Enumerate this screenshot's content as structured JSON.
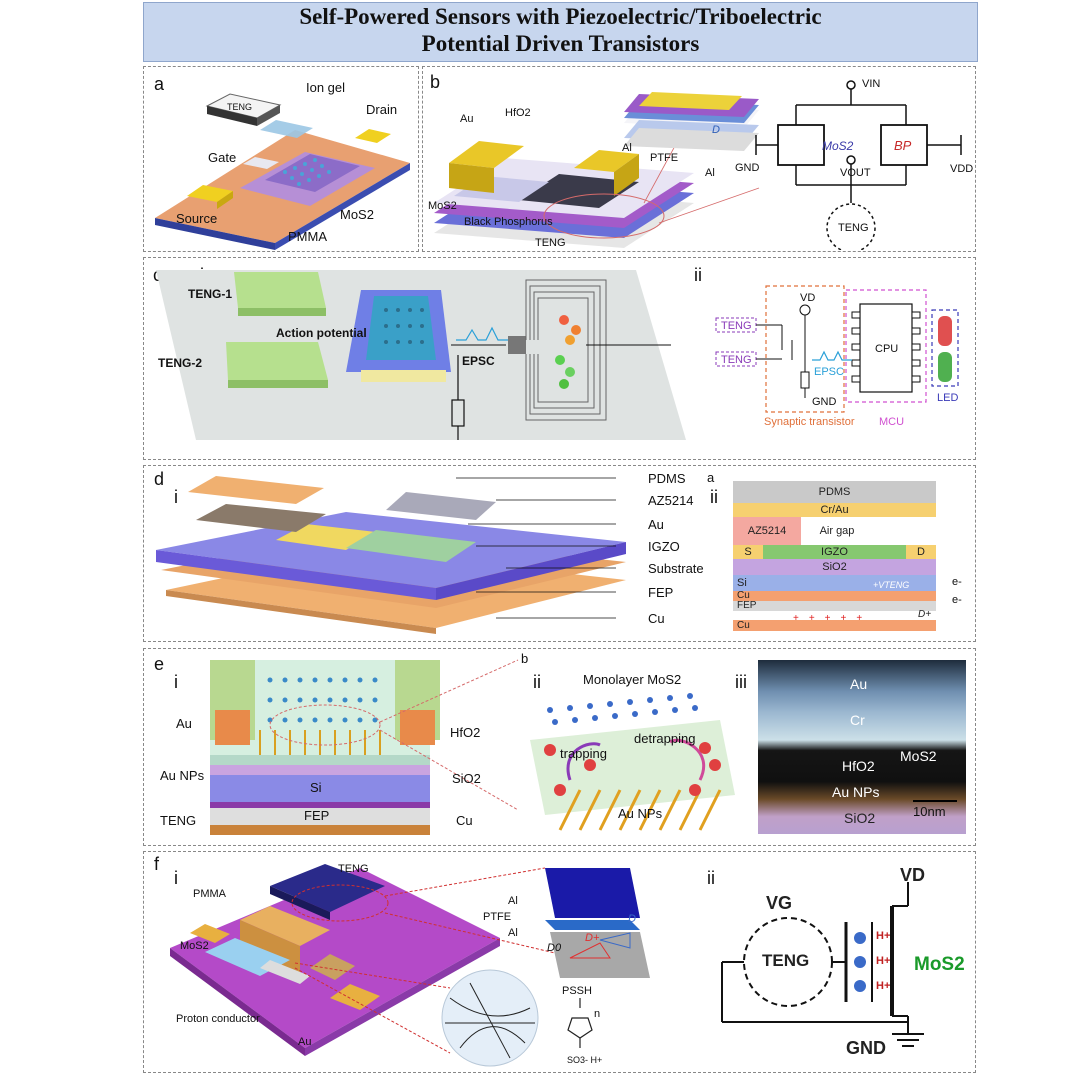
{
  "title": {
    "line1": "Self-Powered Sensors with Piezoelectric/Triboelectric",
    "line2": "Potential Driven Transistors"
  },
  "panel_a": {
    "letter": "a",
    "labels": {
      "teng": "TENG",
      "ion_gel": "Ion gel",
      "drain": "Drain",
      "gate": "Gate",
      "source": "Source",
      "mos2": "MoS2",
      "pmma": "PMMA"
    }
  },
  "panel_b": {
    "letter": "b",
    "labels": {
      "au": "Au",
      "hfo2": "HfO2",
      "mos2": "MoS2",
      "bp_material": "Black Phosphorus",
      "teng": "TENG",
      "al_top": "Al",
      "ptfe": "PTFE",
      "al_bot": "Al",
      "d": "D"
    },
    "circuit": {
      "vin": "VIN",
      "gnd": "GND",
      "mos2": "MoS2",
      "bp": "BP",
      "vout": "VOUT",
      "vdd": "VDD",
      "teng": "TENG"
    }
  },
  "panel_c": {
    "letter": "c",
    "sub_i": "i",
    "sub_ii": "ii",
    "labels": {
      "teng1": "TENG-1",
      "teng2": "TENG-2",
      "action": "Action potential",
      "epsc": "EPSC"
    },
    "circuit": {
      "vd": "VD",
      "teng_a": "TENG",
      "teng_b": "TENG",
      "epsc": "EPSC",
      "gnd": "GND",
      "cpu": "CPU",
      "synaptic": "Synaptic transistor",
      "mcu": "MCU",
      "led": "LED"
    }
  },
  "panel_d": {
    "letter": "d",
    "sub_i": "i",
    "sub_ii": "ii",
    "stray": "a",
    "layers": [
      "PDMS",
      "AZ5214",
      "Au",
      "IGZO",
      "Substrate",
      "FEP",
      "Cu"
    ],
    "stack": {
      "pdms": "PDMS",
      "crau": "Cr/Au",
      "az": "AZ5214",
      "airgap": "Air gap",
      "s": "S",
      "igzo": "IGZO",
      "d": "D",
      "sio2": "SiO2",
      "si": "Si",
      "cu": "Cu",
      "fep": "FEP",
      "cu2": "Cu",
      "vteng": "+VTENG",
      "dplus": "D+",
      "e1": "e-",
      "e2": "e-"
    }
  },
  "panel_e": {
    "letter": "e",
    "sub_i": "i",
    "sub_ii": "ii",
    "sub_iii": "iii",
    "stray": "b",
    "labels": {
      "au": "Au",
      "hfo2": "HfO2",
      "au_nps": "Au NPs",
      "sio2": "SiO2",
      "si": "Si",
      "teng": "TENG",
      "fep": "FEP",
      "cu": "Cu"
    },
    "mech": {
      "mono": "Monolayer MoS2",
      "detrapping": "detrapping",
      "trapping": "trapping",
      "au_nps": "Au NPs"
    },
    "tem": {
      "au": "Au",
      "cr": "Cr",
      "mos2": "MoS2",
      "hfo2": "HfO2",
      "au_nps": "Au NPs",
      "sio2": "SiO2",
      "scale": "10nm"
    }
  },
  "panel_f": {
    "letter": "f",
    "sub_i": "i",
    "sub_ii": "ii",
    "labels": {
      "teng": "TENG",
      "pmma": "PMMA",
      "mos2": "MoS2",
      "proton": "Proton conductor",
      "au": "Au",
      "al_top": "Al",
      "ptfe": "PTFE",
      "al_bot": "Al",
      "d0": "D0",
      "d": "D",
      "dplus": "D+",
      "pssh": "PSSH",
      "n": "n",
      "so3": "SO3- H+"
    },
    "circuit": {
      "vg": "VG",
      "teng": "TENG",
      "vd": "VD",
      "mos2": "MoS2",
      "gnd": "GND",
      "h1": "H+",
      "h2": "H+",
      "h3": "H+"
    }
  }
}
